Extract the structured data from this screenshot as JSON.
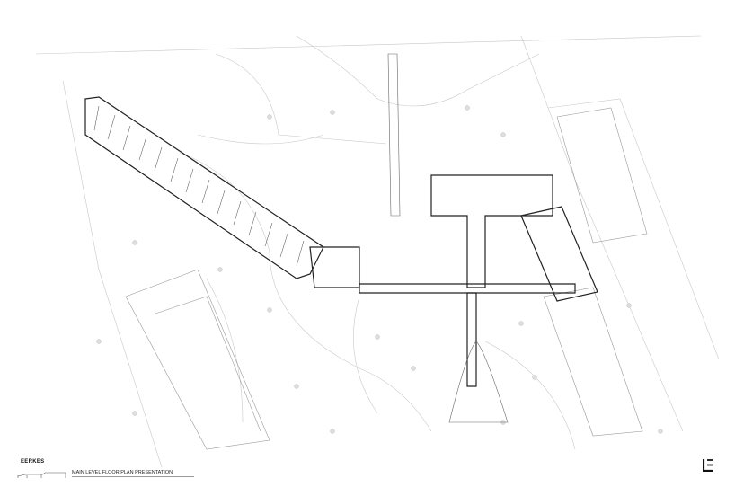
{
  "drawing": {
    "firm_name": "EERKES",
    "title": "MAIN LEVEL FLOOR PLAN PRESENTATION",
    "logo_letters": "LE",
    "colors": {
      "linework": "#222222",
      "site_lines": "#bbbbbb",
      "trees": "#cccccc",
      "background": "#ffffff"
    }
  }
}
